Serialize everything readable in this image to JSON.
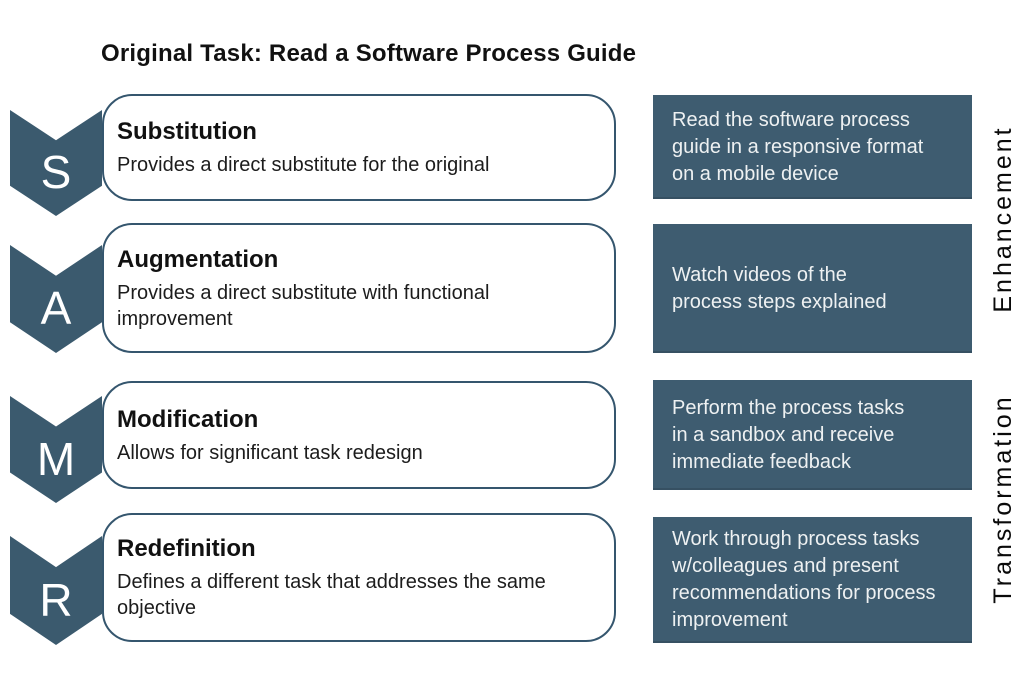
{
  "title": "Original Task: Read a Software Process Guide",
  "colors": {
    "slate": "#3e5c70",
    "chevron": "#3b5a6e",
    "card_border": "#35566e",
    "example_text": "#eef1f2"
  },
  "rows": [
    {
      "letter": "S",
      "heading": "Substitution",
      "description": "Provides a direct substitute for the original",
      "example": "Read the software process guide in a responsive format on a mobile device"
    },
    {
      "letter": "A",
      "heading": "Augmentation",
      "description": "Provides a direct substitute with functional improvement",
      "example": "Watch videos of the process steps explained"
    },
    {
      "letter": "M",
      "heading": "Modification",
      "description": "Allows for significant task redesign",
      "example": "Perform the process tasks in a sandbox and receive immediate feedback"
    },
    {
      "letter": "R",
      "heading": "Redefinition",
      "description": "Defines a different task that addresses the same objective",
      "example": "Work through process tasks w/colleagues and present recommendations for process improvement"
    }
  ],
  "side_labels": {
    "enhancement": "Enhancement",
    "transformation": "Transformation"
  }
}
